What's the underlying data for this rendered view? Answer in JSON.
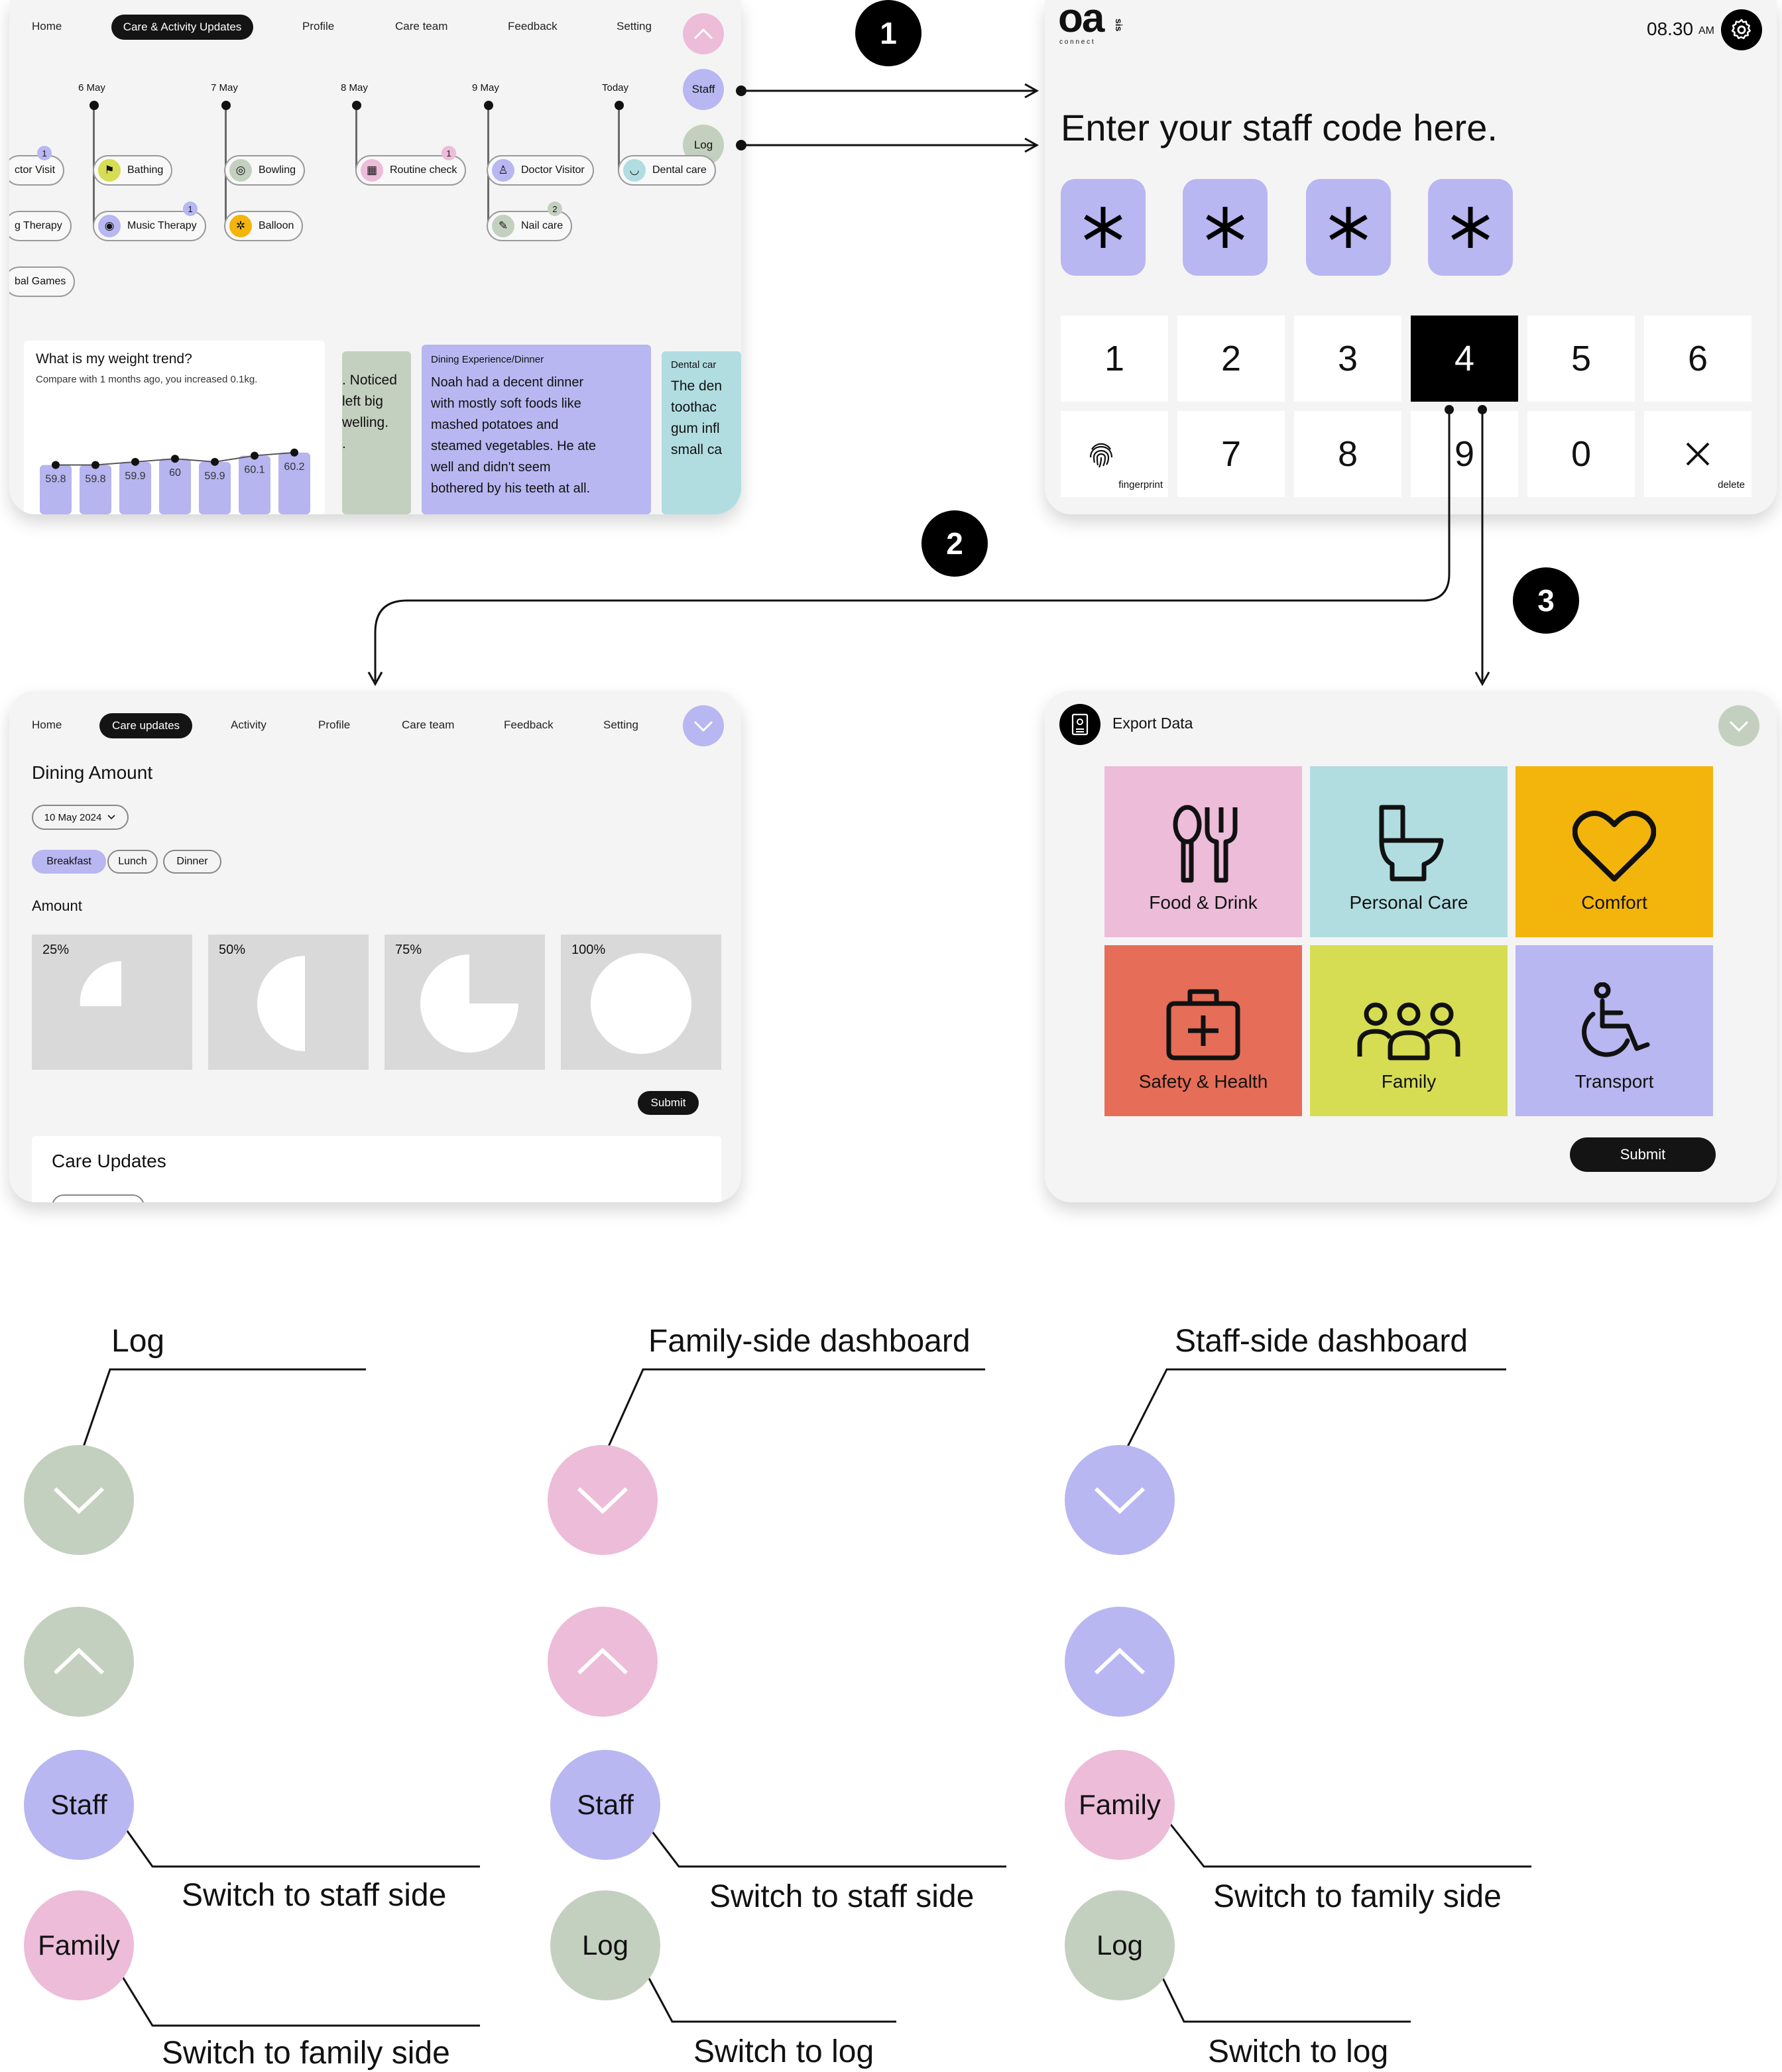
{
  "colors": {
    "sage": "#c4d0bf",
    "pink": "#ecbcd9",
    "lavender": "#b8b7f1",
    "black": "#111111",
    "mint": "#b1dde1",
    "orange": "#f3b50c",
    "coral": "#e66d57",
    "lime": "#d6dd52",
    "panel": "#f4f4f4"
  },
  "steps": [
    "1",
    "2",
    "3"
  ],
  "screen1": {
    "nav": [
      "Home",
      "Care & Activity Updates",
      "Profile",
      "Care team",
      "Feedback",
      "Setting"
    ],
    "side_buttons": [
      "Staff",
      "Log"
    ],
    "dates": [
      "6 May",
      "7 May",
      "8 May",
      "9 May",
      "Today"
    ],
    "chips": [
      "ctor Visit",
      "Bathing",
      "Bowling",
      "Routine check",
      "Doctor Visitor",
      "Dental care",
      "g Therapy",
      "Music Therapy",
      "Balloon",
      "Nail care",
      "bal Games"
    ],
    "badges": [
      "1",
      "1",
      "1",
      "2"
    ],
    "weight": {
      "title": "What is my weight trend?",
      "subtitle": "Compare with 1 months ago, you increased 0.1kg.",
      "values": [
        59.8,
        59.8,
        59.9,
        60,
        59.9,
        60.1,
        60.2
      ],
      "labels": [
        "59.8",
        "59.8",
        "59.9",
        "60",
        "59.9",
        "60.1",
        "60.2"
      ]
    },
    "note1": {
      "lines": [
        ". Noticed",
        "left big",
        "welling.",
        "."
      ]
    },
    "note2": {
      "title": "Dining Experience/Dinner",
      "lines": [
        "Noah had a decent dinner",
        "with mostly soft foods like",
        "mashed potatoes and",
        "steamed vegetables. He ate",
        "well and didn't seem",
        "bothered by his teeth at all."
      ]
    },
    "note3": {
      "title": "Dental car",
      "lines": [
        "The den",
        "toothac",
        "gum infl",
        "small ca"
      ]
    }
  },
  "screen2": {
    "logo_main": "oa",
    "logo_side": "sis",
    "logo_sub": "c o n n e c t",
    "time": "08.30",
    "ampm": "AM",
    "prompt": "Enter your staff code here.",
    "keys": [
      "1",
      "2",
      "3",
      "4",
      "5",
      "6",
      "7",
      "8",
      "9",
      "0"
    ],
    "fingerprint": "fingerprint",
    "delete": "delete",
    "active_key": "4"
  },
  "screen3": {
    "nav": [
      "Home",
      "Care updates",
      "Activity",
      "Profile",
      "Care team",
      "Feedback",
      "Setting"
    ],
    "section": "Dining Amount",
    "date_select": "10 May 2024",
    "meals": [
      "Breakfast",
      "Lunch",
      "Dinner"
    ],
    "amount_label": "Amount",
    "amounts": [
      "25%",
      "50%",
      "75%",
      "100%"
    ],
    "submit": "Submit",
    "care_updates": "Care Updates"
  },
  "screen4": {
    "title": "Export Data",
    "tiles": [
      "Food & Drink",
      "Personal Care",
      "Comfort",
      "Safety & Health",
      "Family",
      "Transport"
    ],
    "submit": "Submit"
  },
  "legend": {
    "titles": [
      "Log",
      "Family-side dashboard",
      "Staff-side dashboard"
    ],
    "col1": {
      "staff": "Staff",
      "family": "Family",
      "switch_staff": "Switch to staff side",
      "switch_family": "Switch to family side"
    },
    "col2": {
      "staff": "Staff",
      "log": "Log",
      "switch_staff": "Switch to staff side",
      "switch_log": "Switch to log"
    },
    "col3": {
      "family": "Family",
      "log": "Log",
      "switch_family": "Switch to family side",
      "switch_log": "Switch to log"
    }
  }
}
